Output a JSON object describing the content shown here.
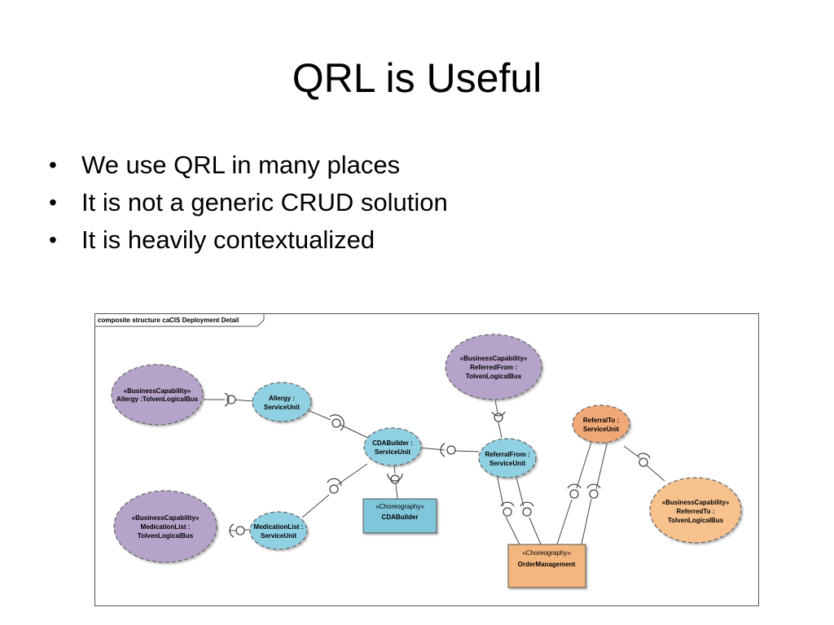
{
  "slide": {
    "title": "QRL is Useful",
    "bullets": [
      "We use QRL in many places",
      "It is not a generic CRUD solution",
      "It is heavily contextualized"
    ],
    "bullet_glyph": "•"
  },
  "diagram": {
    "frame_label": "composite structure caCIS Deployment Detail",
    "colors": {
      "purple": "#b5a3c9",
      "blue": "#8fd0e2",
      "blue_box": "#7fc6da",
      "orange": "#f7c28e",
      "orange_ellipse": "#f0a877",
      "orange_box": "#f4b67f"
    },
    "nodes": {
      "bc_allergy": {
        "line1": "«BusinessCapability»",
        "line2": "Allergy :TolvenLogicalBus"
      },
      "allergy": {
        "line1": "Allergy :",
        "line2": "ServiceUnit"
      },
      "bc_medication": {
        "line1": "«BusinessCapability»",
        "line2": "MedicationList :",
        "line3": "TolvenLogicalBus"
      },
      "medication": {
        "line1": "MedicationList :",
        "line2": "ServiceUnit"
      },
      "cdabuilder": {
        "line1": "CDABuilder :",
        "line2": "ServiceUnit"
      },
      "choreo_cda": {
        "line1": "«Choreography»",
        "line2": "CDABuilder"
      },
      "bc_referred_from": {
        "line1": "«BusinessCapability»",
        "line2": "ReferredFrom :",
        "line3": "TolvenLogicalBus"
      },
      "referral_from": {
        "line1": "ReferralFrom :",
        "line2": "ServiceUnit"
      },
      "referral_to": {
        "line1": "ReferralTo :",
        "line2": "ServiceUnit"
      },
      "bc_referred_to": {
        "line1": "«BusinessCapability»",
        "line2": "ReferredTo :",
        "line3": "TolvenLogicalBus"
      },
      "choreo_order": {
        "line1": "«Choreography»",
        "line2": "OrderManagement"
      }
    }
  }
}
